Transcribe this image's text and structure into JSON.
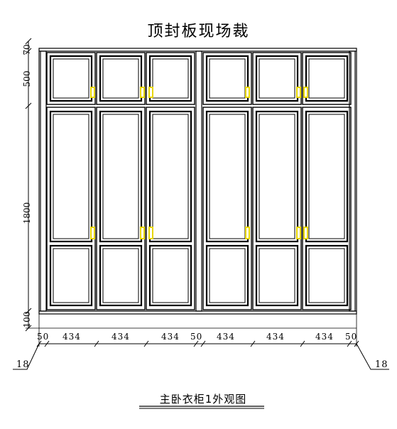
{
  "drawing": {
    "title": "顶封板现场裁",
    "caption": "主卧衣柜1外观图",
    "side_dimensions": [
      "70",
      "500",
      "1800",
      "100"
    ],
    "bottom_dimensions": [
      "50",
      "434",
      "434",
      "434",
      "50",
      "434",
      "434",
      "434",
      "50"
    ],
    "side_panel_labels": [
      "18",
      "18"
    ],
    "colors": {
      "line": "#000000",
      "handle": "#e8d600",
      "background": "#ffffff"
    }
  }
}
